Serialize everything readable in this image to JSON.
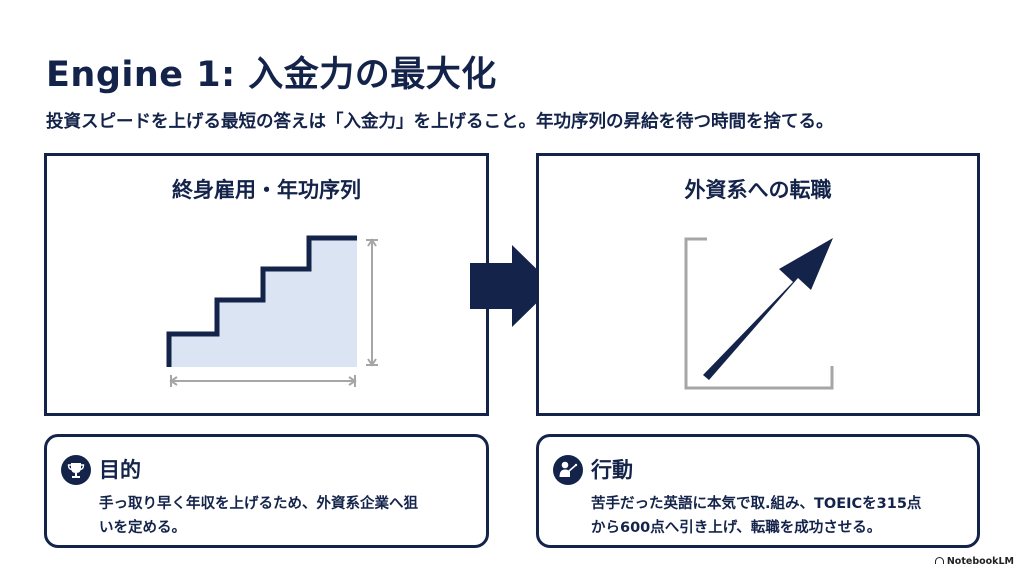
{
  "header": {
    "title": "Engine 1: 入金力の最大化",
    "subtitle": "投資スピードを上げる最短の答えは「入金力」を上げること。年功序列の昇給を待つ時間を捨てる。"
  },
  "panels": {
    "left": {
      "title": "終身雇用・年功序列"
    },
    "right": {
      "title": "外資系への転職"
    }
  },
  "cards": {
    "left": {
      "icon": "trophy-icon",
      "heading": "目的",
      "lines": [
        "手っ取り早く年収を上げるため、外資系企業へ狙",
        "いを定める。"
      ]
    },
    "right": {
      "icon": "presenter-icon",
      "heading": "行動",
      "lines": [
        "苦手だった英語に本気で取.組み、TOEICを315点",
        "から600点へ引き上げ、転職を成功させる。"
      ]
    }
  },
  "brand": {
    "label": "NotebookLM"
  },
  "colors": {
    "navy": "#14234a",
    "fill": "#dbe4f3",
    "gray": "#a6a6a6"
  }
}
